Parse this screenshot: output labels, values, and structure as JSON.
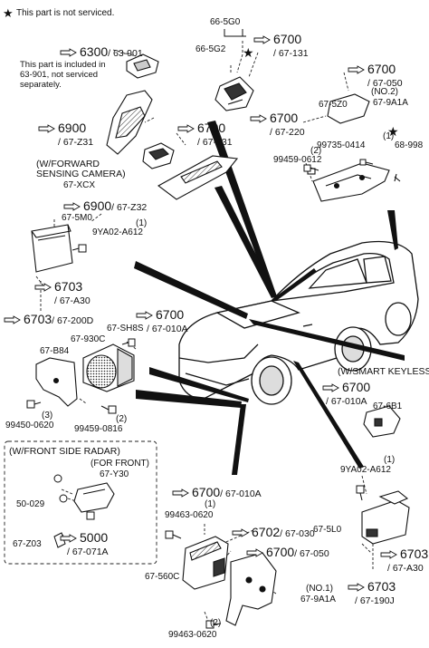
{
  "header_note": "This part is not serviced.",
  "header_star": "★",
  "icon_name": "reference-arrow-icon",
  "references": [
    {
      "id": "r6300",
      "sec": "6300",
      "grp": "/ 63-901"
    },
    {
      "id": "r6900a",
      "sec": "6900",
      "grp": "/ 67-Z31"
    },
    {
      "id": "r6700a",
      "sec": "6700",
      "grp": "/ 67-131"
    },
    {
      "id": "r6700b",
      "sec": "6700",
      "grp": "/ 67-131"
    },
    {
      "id": "r6700c",
      "sec": "6700",
      "grp": "/ 67-050"
    },
    {
      "id": "r6700d",
      "sec": "6700",
      "grp": "/ 67-220"
    },
    {
      "id": "r6900b",
      "sec": "6900",
      "grp": "/ 67-Z32"
    },
    {
      "id": "r6703a",
      "sec": "6703",
      "grp": "/ 67-A30"
    },
    {
      "id": "r6703b",
      "sec": "6703",
      "grp": "/ 67-200D"
    },
    {
      "id": "r6700e",
      "sec": "6700",
      "grp": "/ 67-010A"
    },
    {
      "id": "r6700f",
      "sec": "6700",
      "grp": "/ 67-010A"
    },
    {
      "id": "r6700g",
      "sec": "6700",
      "grp": "/ 67-010A"
    },
    {
      "id": "r5000",
      "sec": "5000",
      "grp": "/ 67-071A"
    },
    {
      "id": "r6702",
      "sec": "6702",
      "grp": "/ 67-030"
    },
    {
      "id": "r6700h",
      "sec": "6700",
      "grp": "/ 67-050"
    },
    {
      "id": "r6703c",
      "sec": "6703",
      "grp": "/ 67-A30"
    },
    {
      "id": "r6703d",
      "sec": "6703",
      "grp": "/ 67-190J"
    }
  ],
  "labels": {
    "p665g0": "66-5G0",
    "p665g2": "66-5G2",
    "note6300": "This part is included in 63-901, not serviced separately.",
    "no2": "(NO.2)",
    "p679a1a_top": "67-9A1A",
    "p675z0": "67-5Z0",
    "n1_top": "(1)",
    "p99735": "99735-0414",
    "p68998": "68-998",
    "n2_top": "(2)",
    "p99459_0612": "99459-0612",
    "fwd_camera": "(W/FORWARD SENSING CAMERA)",
    "p67xcx": "67-XCX",
    "p675m0": "67-5M0",
    "n1_9ya": "(1)",
    "p9ya02a": "9YA02-A612",
    "p67sh8s": "67-SH8S",
    "p67930c": "67-930C",
    "p67b84": "67-B84",
    "n3": "(3)",
    "p99450": "99450-0620",
    "n2_mid": "(2)",
    "p99459_0816": "99459-0816",
    "smart_keyless": "(W/SMART KEYLESS)",
    "p676b1": "67-6B1",
    "front_radar": "(W/FRONT SIDE RADAR)",
    "for_front": "(FOR FRONT)",
    "p67y30": "67-Y30",
    "p50029": "50-029",
    "p67z03": "67-Z03",
    "n1_9yb": "(1)",
    "p9ya02b": "9YA02-A612",
    "p675l0": "67-5L0",
    "n1_99463": "(1)",
    "p99463a": "99463-0620",
    "p67560c": "67-560C",
    "no1": "(NO.1)",
    "p679a1a_bot": "67-9A1A",
    "n2_bot": "(2)",
    "p99463b": "99463-0620"
  }
}
